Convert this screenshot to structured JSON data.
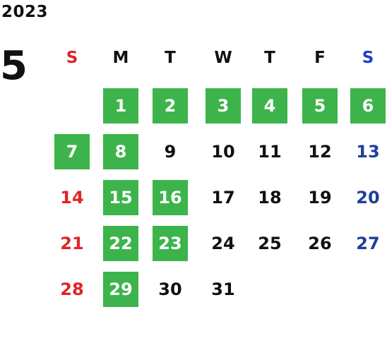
{
  "calendar": {
    "year": "2023",
    "month": "5",
    "weekdays": [
      {
        "label": "S",
        "color": "#e02424"
      },
      {
        "label": "M",
        "color": "#111111"
      },
      {
        "label": "T",
        "color": "#111111"
      },
      {
        "label": "W",
        "color": "#111111"
      },
      {
        "label": "T",
        "color": "#111111"
      },
      {
        "label": "F",
        "color": "#111111"
      },
      {
        "label": "S",
        "color": "#1f3fd1"
      }
    ],
    "first_weekday_index": 1,
    "days_in_month": 31,
    "highlighted_days": [
      1,
      2,
      3,
      4,
      5,
      6,
      7,
      8,
      15,
      16,
      22,
      23,
      29
    ],
    "colors": {
      "highlight_bg": "#3cb44b",
      "highlight_text": "#ffffff",
      "sunday": "#e02424",
      "saturday": "#1f3f99",
      "weekday": "#111111"
    }
  }
}
